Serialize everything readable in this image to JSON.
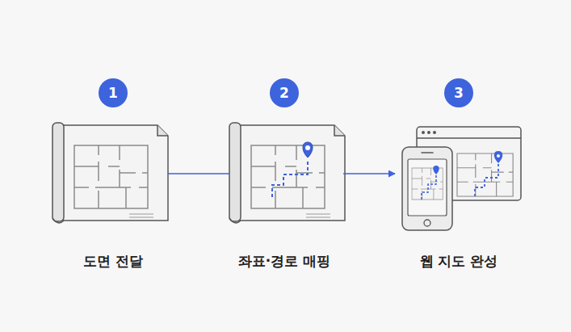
{
  "diagram": {
    "nodes": [
      {
        "text": [
          "1"
        ]
      },
      {
        "text": [
          "2"
        ]
      },
      {
        "text": [
          "3"
        ]
      },
      {
        "text": [
          "도면 전달"
        ]
      },
      {
        "text": [
          "좌표·경로 매핑"
        ]
      },
      {
        "text": [
          "웹 지도 완성"
        ]
      }
    ],
    "edges": [
      {
        "from": 3,
        "to": 4,
        "arrow": "none"
      },
      {
        "from": 4,
        "to": 5,
        "arrow": "to"
      }
    ]
  }
}
